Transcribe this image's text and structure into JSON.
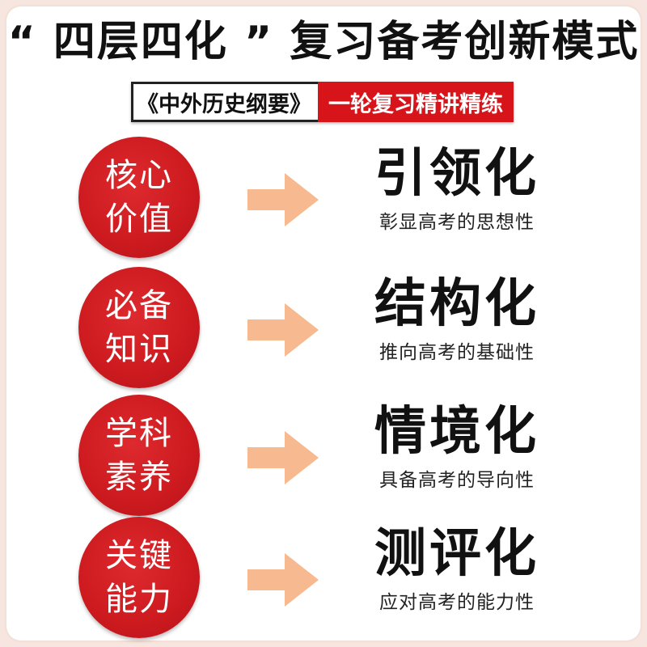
{
  "title": "“ 四层四化 ” 复习备考创新模式",
  "subtitle": {
    "left": "《中外历史纲要》",
    "right": "一轮复习精讲精练"
  },
  "colors": {
    "red": "#d8141b",
    "arrow": "#f7b98f",
    "background": "#f7e6df"
  },
  "rows": [
    {
      "circle_line1": "核心",
      "circle_line2": "价值",
      "heading": "引领化",
      "desc": "彰显高考的思想性"
    },
    {
      "circle_line1": "必备",
      "circle_line2": "知识",
      "heading": "结构化",
      "desc": "推向高考的基础性"
    },
    {
      "circle_line1": "学科",
      "circle_line2": "素养",
      "heading": "情境化",
      "desc": "具备高考的导向性"
    },
    {
      "circle_line1": "关键",
      "circle_line2": "能力",
      "heading": "测评化",
      "desc": "应对高考的能力性"
    }
  ]
}
